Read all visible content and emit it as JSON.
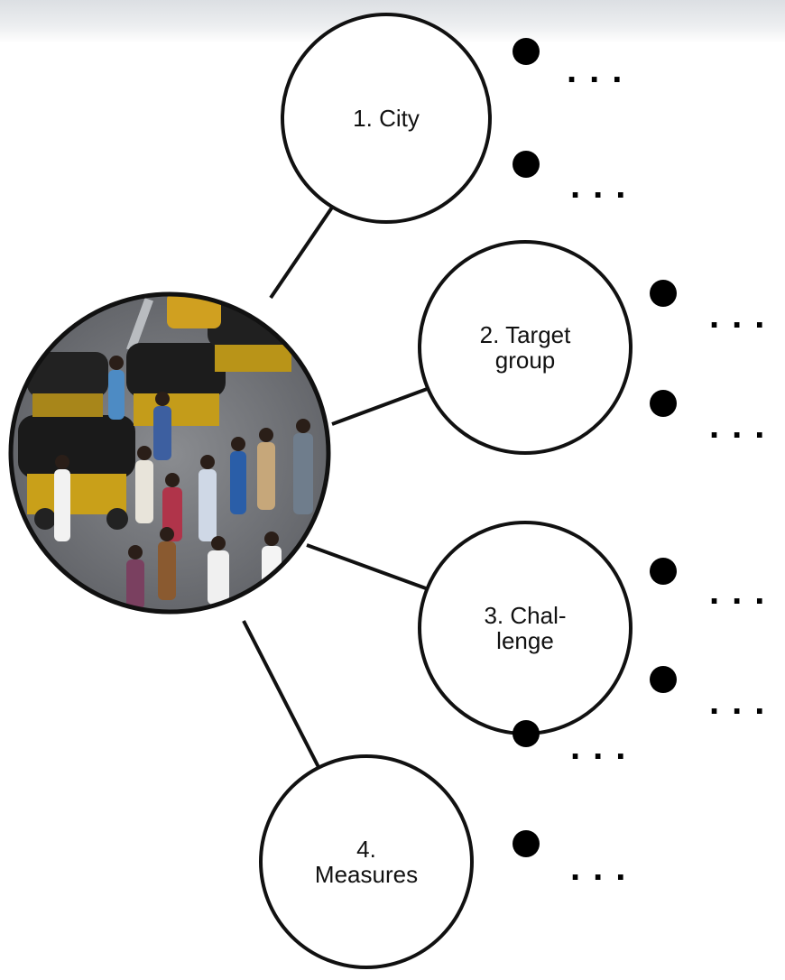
{
  "nodes": [
    {
      "label": "1. City"
    },
    {
      "label": "2. Target\ngroup"
    },
    {
      "label": "3. Chal-\nlenge"
    },
    {
      "label": "4.\nMeasures"
    }
  ],
  "bullet_text": "...",
  "photo": {
    "description": "street-crowd-auto-rickshaws-photo"
  }
}
